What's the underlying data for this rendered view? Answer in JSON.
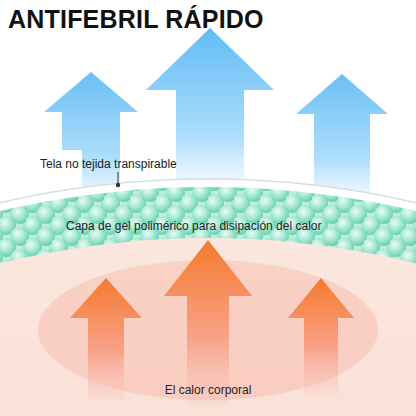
{
  "diagram": {
    "title": "ANTIFEBRIL RÁPIDO",
    "labels": [
      "Tela no tejida transpirable",
      "Capa de gel polimérico para disipación del calor",
      "El calor corporal"
    ]
  }
}
